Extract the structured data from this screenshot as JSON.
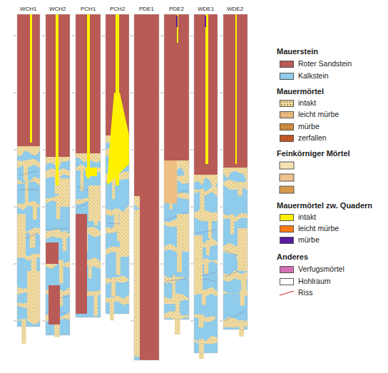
{
  "diagram": {
    "labels": [
      "WCH1",
      "WCH2",
      "PCH1",
      "PCH2",
      "PDE1",
      "PDE2",
      "WDE1",
      "WDE2",
      "Mauerstein",
      "Mauermörtel",
      "Feinkörniger Mörtel",
      "Mauermörtel zw. Quadern",
      "Anderes"
    ],
    "legend": [
      {
        "text": "Roter Sandstein",
        "color": "#b85a55"
      },
      {
        "text": "Kalkstein",
        "color": "#8fcbea"
      },
      {
        "text": "intakt",
        "color": "#f2dca2"
      },
      {
        "text": "leicht mürbe",
        "color": "#f0bf82"
      },
      {
        "text": "mürbe",
        "color": "#d6903e"
      },
      {
        "text": "zerfallen",
        "color": "#c85a28"
      },
      {
        "text": "intakt",
        "color": "#fff200"
      },
      {
        "text": "leicht mürbe",
        "color": "#ff7a10"
      },
      {
        "text": "mürbe",
        "color": "#5a1aa0"
      },
      {
        "text": "Verfugsmörtel",
        "color": "#d36fb3"
      },
      {
        "text": "Hohlraum",
        "color": "#ffffff"
      },
      {
        "text": "Riss"
      }
    ]
  }
}
